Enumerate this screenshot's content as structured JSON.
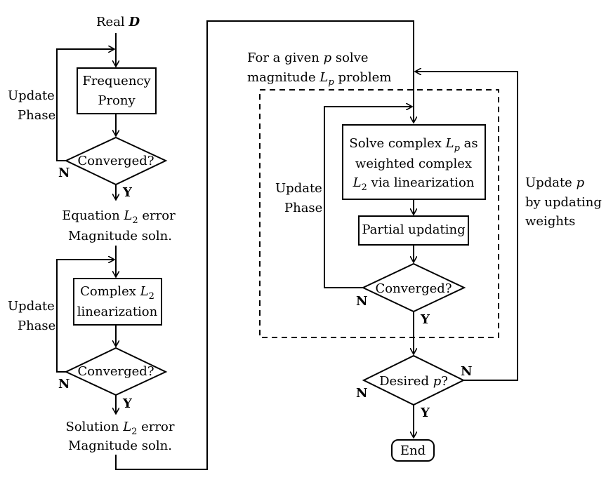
{
  "start": {
    "prefix": "Real",
    "var": "D"
  },
  "left": {
    "box1": {
      "line1": "Frequency",
      "line2": "Prony"
    },
    "update1": {
      "line1": "Update",
      "line2": "Phase"
    },
    "decision1": "Converged?",
    "no1": "N",
    "yes1": "Y",
    "eq1": {
      "a": "Equation",
      "L": "L",
      "sub": "2",
      "b": "error"
    },
    "eq2": "Magnitude soln.",
    "box2": {
      "a": "Complex",
      "L": "L",
      "sub": "2",
      "line2": "linearization"
    },
    "update2": {
      "line1": "Update",
      "line2": "Phase"
    },
    "decision2": "Converged?",
    "no2": "N",
    "yes2": "Y",
    "sol1": {
      "a": "Solution",
      "L": "L",
      "sub": "2",
      "b": "error"
    },
    "sol2": "Magnitude soln."
  },
  "right": {
    "region_label": {
      "l1a": "For a given",
      "p": "p",
      "l1b": "solve",
      "l2a": "magnitude",
      "L": "L",
      "sub": "p",
      "l2b": "problem"
    },
    "box3": {
      "l1a": "Solve complex",
      "L1": "L",
      "sub1": "p",
      "l1b": "as",
      "line2": "weighted complex",
      "L2": "L",
      "sub2": "2",
      "l3b": "via linearization"
    },
    "update3": {
      "line1": "Update",
      "line2": "Phase"
    },
    "box4": "Partial updating",
    "decision3": "Converged?",
    "no3": "N",
    "yes3": "Y",
    "decision4": {
      "a": "Desired",
      "p": "p",
      "q": "?"
    },
    "no4a": "N",
    "no4b": "N",
    "yes4": "Y",
    "update_p": {
      "a": "Update",
      "p": "p",
      "line2": "by updating",
      "line3": "weights"
    },
    "end": "End"
  }
}
